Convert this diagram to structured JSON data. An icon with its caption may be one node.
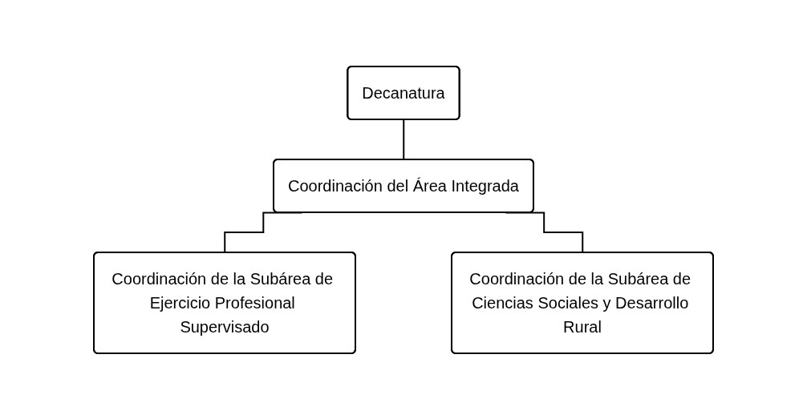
{
  "diagram": {
    "nodes": [
      {
        "text": [
          "Decanatura"
        ]
      },
      {
        "text": [
          "Coordinación del Área Integrada"
        ]
      },
      {
        "text": [
          "Coordinación de la Subárea de Ejercicio Profesional Supervisado"
        ]
      },
      {
        "text": [
          "Coordinación de la Subárea de Ciencias Sociales y Desarrollo Rural"
        ]
      }
    ],
    "edges": [
      {
        "from": 0,
        "to": 1,
        "arrow": "none"
      },
      {
        "from": 1,
        "to": 2,
        "arrow": "none"
      },
      {
        "from": 1,
        "to": 3,
        "arrow": "none"
      }
    ]
  }
}
